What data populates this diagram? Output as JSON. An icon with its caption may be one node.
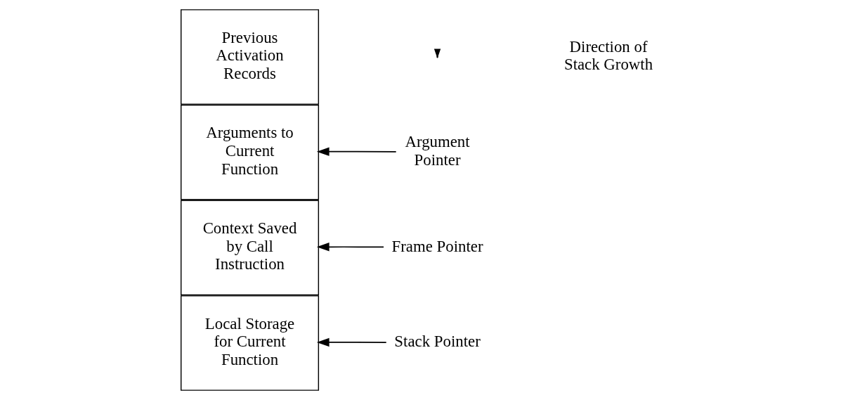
{
  "diagram": {
    "nodes": [
      {
        "text": [
          "Local Storage for Current Function"
        ]
      },
      {
        "text": [
          "Context Saved by Call Instruction"
        ]
      },
      {
        "text": [
          "Arguments to Current Function"
        ]
      },
      {
        "text": [
          "Previous Activation Records"
        ]
      },
      {
        "text": [
          "Stack Pointer"
        ]
      },
      {
        "text": [
          "Frame Pointer"
        ]
      },
      {
        "text": [
          "Argument Pointer"
        ]
      }
    ],
    "edges": [
      {
        "from": 4,
        "to": 0,
        "arrow": "to"
      },
      {
        "from": 5,
        "to": 1,
        "arrow": "to"
      },
      {
        "from": 6,
        "to": 2,
        "arrow": "to"
      }
    ],
    "labels": [
      "Direction of Stack Growth"
    ]
  }
}
